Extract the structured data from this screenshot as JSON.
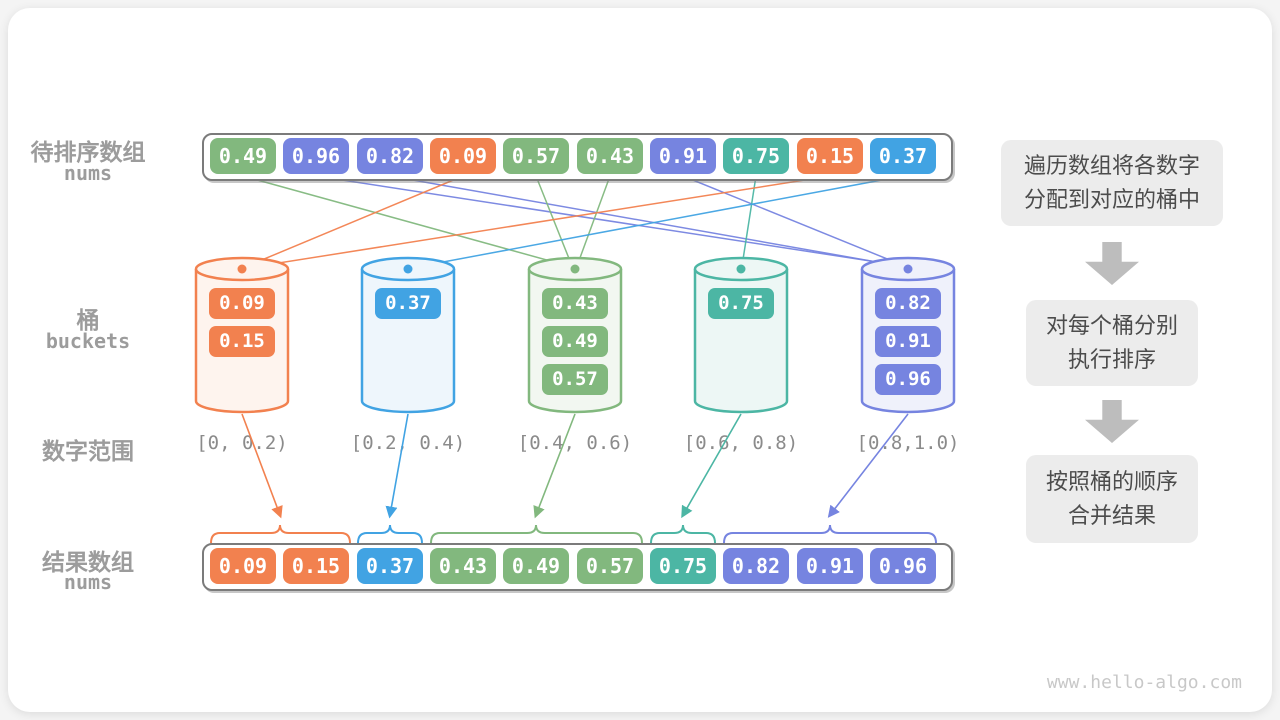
{
  "colors": {
    "orange": "#f2814f",
    "green": "#82b87e",
    "purple": "#7684e0",
    "teal": "#4cb6a4",
    "sky": "#41a3e3",
    "label_gray": "#9c9c9c",
    "range_gray": "#8b8b8b",
    "container_border": "#7b7b7b",
    "step_bg": "#ececec",
    "flow_arrow_gray": "#bdbdbd"
  },
  "top_array": {
    "label_zh": "待排序数组",
    "label_en": "nums",
    "cells": [
      {
        "value": "0.49",
        "color": "green"
      },
      {
        "value": "0.96",
        "color": "purple"
      },
      {
        "value": "0.82",
        "color": "purple"
      },
      {
        "value": "0.09",
        "color": "orange"
      },
      {
        "value": "0.57",
        "color": "green"
      },
      {
        "value": "0.43",
        "color": "green"
      },
      {
        "value": "0.91",
        "color": "purple"
      },
      {
        "value": "0.75",
        "color": "teal"
      },
      {
        "value": "0.15",
        "color": "orange"
      },
      {
        "value": "0.37",
        "color": "sky"
      }
    ]
  },
  "buckets_section": {
    "label_zh": "桶",
    "label_en": "buckets",
    "range_label_zh": "数字范围",
    "buckets": [
      {
        "color": "orange",
        "values": [
          "0.09",
          "0.15"
        ],
        "range": "[0, 0.2)"
      },
      {
        "color": "sky",
        "values": [
          "0.37"
        ],
        "range": "[0.2, 0.4)"
      },
      {
        "color": "green",
        "values": [
          "0.43",
          "0.49",
          "0.57"
        ],
        "range": "[0.4, 0.6)"
      },
      {
        "color": "teal",
        "values": [
          "0.75"
        ],
        "range": "[0.6, 0.8)"
      },
      {
        "color": "purple",
        "values": [
          "0.82",
          "0.91",
          "0.96"
        ],
        "range": "[0.8,1.0)"
      }
    ]
  },
  "result_array": {
    "label_zh": "结果数组",
    "label_en": "nums",
    "cells": [
      {
        "value": "0.09",
        "color": "orange"
      },
      {
        "value": "0.15",
        "color": "orange"
      },
      {
        "value": "0.37",
        "color": "sky"
      },
      {
        "value": "0.43",
        "color": "green"
      },
      {
        "value": "0.49",
        "color": "green"
      },
      {
        "value": "0.57",
        "color": "green"
      },
      {
        "value": "0.75",
        "color": "teal"
      },
      {
        "value": "0.82",
        "color": "purple"
      },
      {
        "value": "0.91",
        "color": "purple"
      },
      {
        "value": "0.96",
        "color": "purple"
      }
    ]
  },
  "steps": [
    {
      "lines": [
        "遍历数组将各数字",
        "分配到对应的桶中"
      ]
    },
    {
      "lines": [
        "对每个桶分别",
        "执行排序"
      ]
    },
    {
      "lines": [
        "按照桶的顺序",
        "合并结果"
      ]
    }
  ],
  "watermark": "www.hello-algo.com"
}
